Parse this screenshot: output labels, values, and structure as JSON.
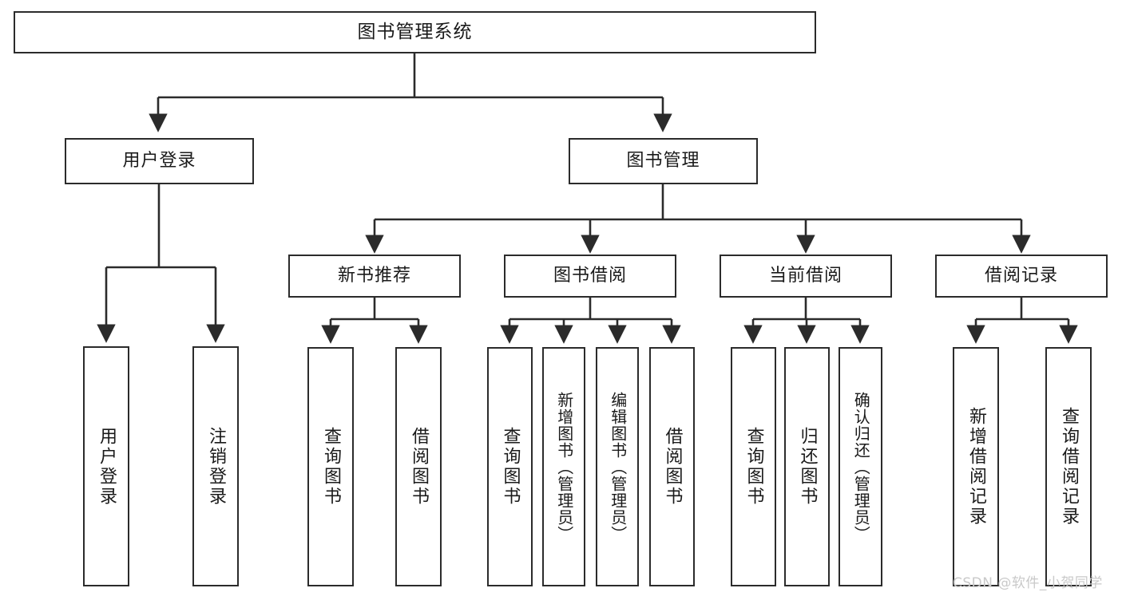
{
  "diagram": {
    "title": "图书管理系统",
    "type": "hierarchy-tree",
    "background_color": "#ffffff",
    "line_color": "#2b2b2b",
    "node_fill": "#ffffff",
    "text_color": "#1a1a1a"
  },
  "nodes": {
    "root": {
      "label": "图书管理系统"
    },
    "level2": [
      {
        "label": "用户登录"
      },
      {
        "label": "图书管理"
      }
    ],
    "level3": [
      {
        "label": "新书推荐"
      },
      {
        "label": "图书借阅"
      },
      {
        "label": "当前借阅"
      },
      {
        "label": "借阅记录"
      }
    ],
    "leaves_user_login": [
      {
        "label": "用户登录"
      },
      {
        "label": "注销登录"
      }
    ],
    "leaves_new_book": [
      {
        "label": "查询图书"
      },
      {
        "label": "借阅图书"
      }
    ],
    "leaves_borrow": [
      {
        "label": "查询图书"
      },
      {
        "label": "新增图书（管理员）"
      },
      {
        "label": "编辑图书（管理员）"
      },
      {
        "label": "借阅图书"
      }
    ],
    "leaves_current": [
      {
        "label": "查询图书"
      },
      {
        "label": "归还图书"
      },
      {
        "label": "确认归还（管理员）"
      }
    ],
    "leaves_records": [
      {
        "label": "新增借阅记录"
      },
      {
        "label": "查询借阅记录"
      }
    ]
  },
  "watermark": {
    "text": "CSDN @软件_小贺同学",
    "color": "#c9c9c9"
  }
}
